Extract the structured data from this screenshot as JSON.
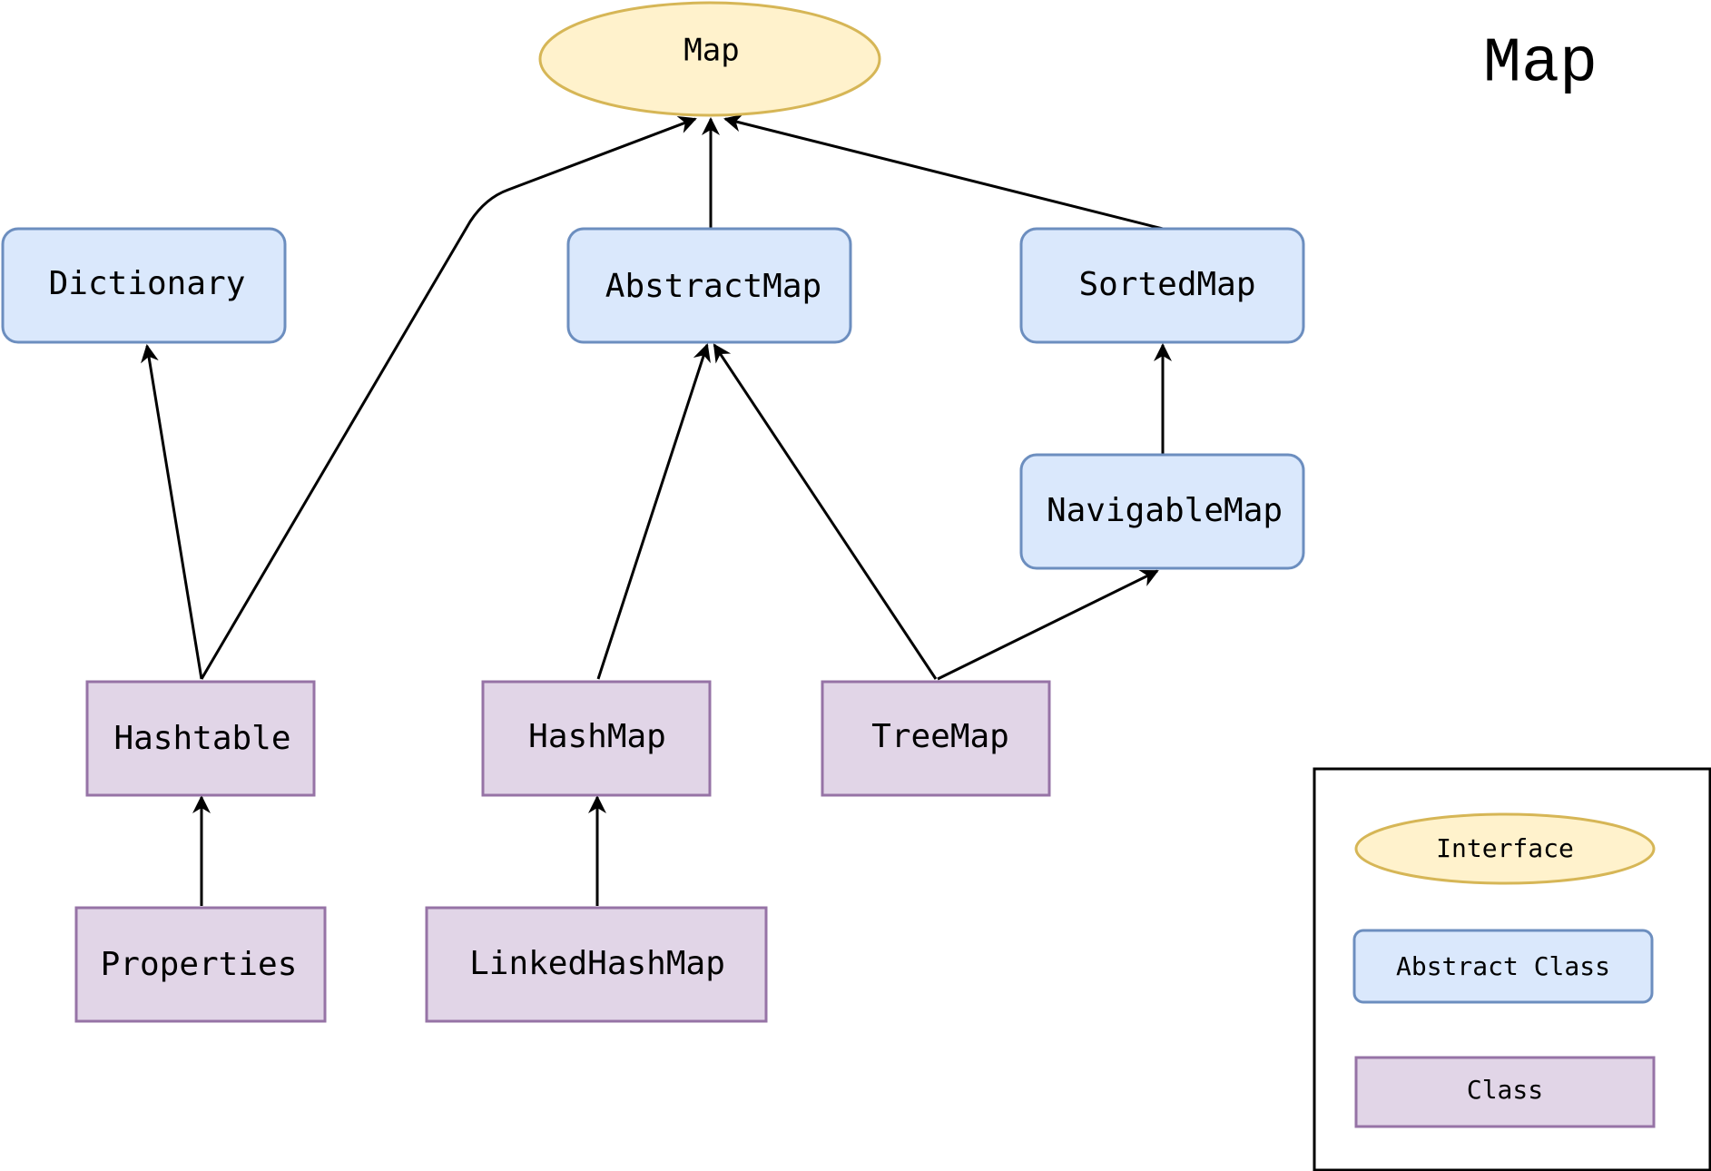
{
  "diagram": {
    "title": "Map",
    "nodes": [
      {
        "id": "map",
        "kind": "interface",
        "label": "Map"
      },
      {
        "id": "dictionary",
        "kind": "abstract",
        "label": "Dictionary"
      },
      {
        "id": "abstractmap",
        "kind": "abstract",
        "label": "AbstractMap"
      },
      {
        "id": "sortedmap",
        "kind": "abstract",
        "label": "SortedMap"
      },
      {
        "id": "navigablemap",
        "kind": "abstract",
        "label": "NavigableMap"
      },
      {
        "id": "hashtable",
        "kind": "class",
        "label": "Hashtable"
      },
      {
        "id": "hashmap",
        "kind": "class",
        "label": "HashMap"
      },
      {
        "id": "treemap",
        "kind": "class",
        "label": "TreeMap"
      },
      {
        "id": "properties",
        "kind": "class",
        "label": "Properties"
      },
      {
        "id": "linkedhashmap",
        "kind": "class",
        "label": "LinkedHashMap"
      }
    ],
    "edges": [
      {
        "from": "hashtable",
        "to": "dictionary"
      },
      {
        "from": "hashtable",
        "to": "map"
      },
      {
        "from": "abstractmap",
        "to": "map"
      },
      {
        "from": "sortedmap",
        "to": "map"
      },
      {
        "from": "navigablemap",
        "to": "sortedmap"
      },
      {
        "from": "hashmap",
        "to": "abstractmap"
      },
      {
        "from": "treemap",
        "to": "abstractmap"
      },
      {
        "from": "treemap",
        "to": "navigablemap"
      },
      {
        "from": "properties",
        "to": "hashtable"
      },
      {
        "from": "linkedhashmap",
        "to": "hashmap"
      }
    ]
  },
  "legend": {
    "interface": "Interface",
    "abstract_class": "Abstract Class",
    "class": "Class"
  },
  "colors": {
    "interface_fill": "#fff2cc",
    "interface_stroke": "#d6b656",
    "abstract_fill": "#dae8fc",
    "abstract_stroke": "#6c8ebf",
    "class_fill": "#e1d5e7",
    "class_stroke": "#9673a6",
    "edge": "#000000"
  }
}
